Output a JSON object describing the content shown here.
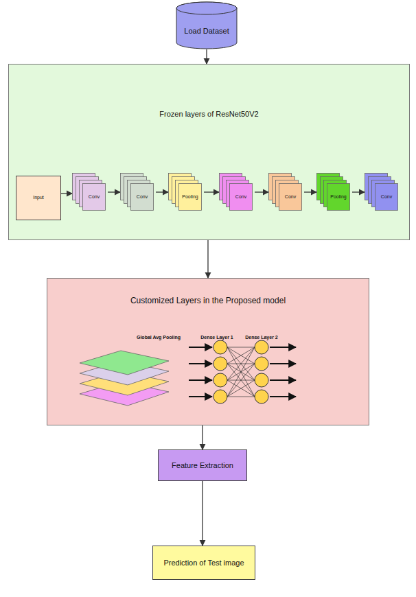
{
  "diagram": {
    "nodes": [
      {
        "text": [
          "Load Dataset"
        ]
      },
      {
        "text": [
          "Frozen layers of ResNet50V2"
        ]
      },
      {
        "text": [
          "Input"
        ],
        "in": 1
      },
      {
        "text": [
          "Conv"
        ],
        "in": 1
      },
      {
        "text": [
          "Conv"
        ],
        "in": 1
      },
      {
        "text": [
          "Pooling"
        ],
        "in": 1
      },
      {
        "text": [
          "Conv"
        ],
        "in": 1
      },
      {
        "text": [
          "Conv"
        ],
        "in": 1
      },
      {
        "text": [
          "Pooling"
        ],
        "in": 1
      },
      {
        "text": [
          "Conv"
        ],
        "in": 1
      },
      {
        "text": [
          "Customized Layers in the Proposed model"
        ]
      },
      {
        "text": [
          "Feature Extraction"
        ]
      },
      {
        "text": [
          "Prediction of Test image"
        ]
      }
    ],
    "edges": [
      {
        "from": 0,
        "to": 1,
        "arrow": "to"
      },
      {
        "from": 2,
        "to": 3,
        "arrow": "to"
      },
      {
        "from": 3,
        "to": 4,
        "arrow": "to"
      },
      {
        "from": 4,
        "to": 5,
        "arrow": "to"
      },
      {
        "from": 5,
        "to": 6,
        "arrow": "to"
      },
      {
        "from": 6,
        "to": 7,
        "arrow": "to"
      },
      {
        "from": 7,
        "to": 8,
        "arrow": "to"
      },
      {
        "from": 8,
        "to": 9,
        "arrow": "to"
      },
      {
        "from": 1,
        "to": 10,
        "arrow": "to"
      },
      {
        "from": 10,
        "to": 11,
        "arrow": "to"
      },
      {
        "from": 11,
        "to": 12,
        "arrow": "to"
      }
    ],
    "labels": [
      "Global Avg Pooling",
      "Dense Layer 1",
      "Dense Layer 2"
    ]
  }
}
